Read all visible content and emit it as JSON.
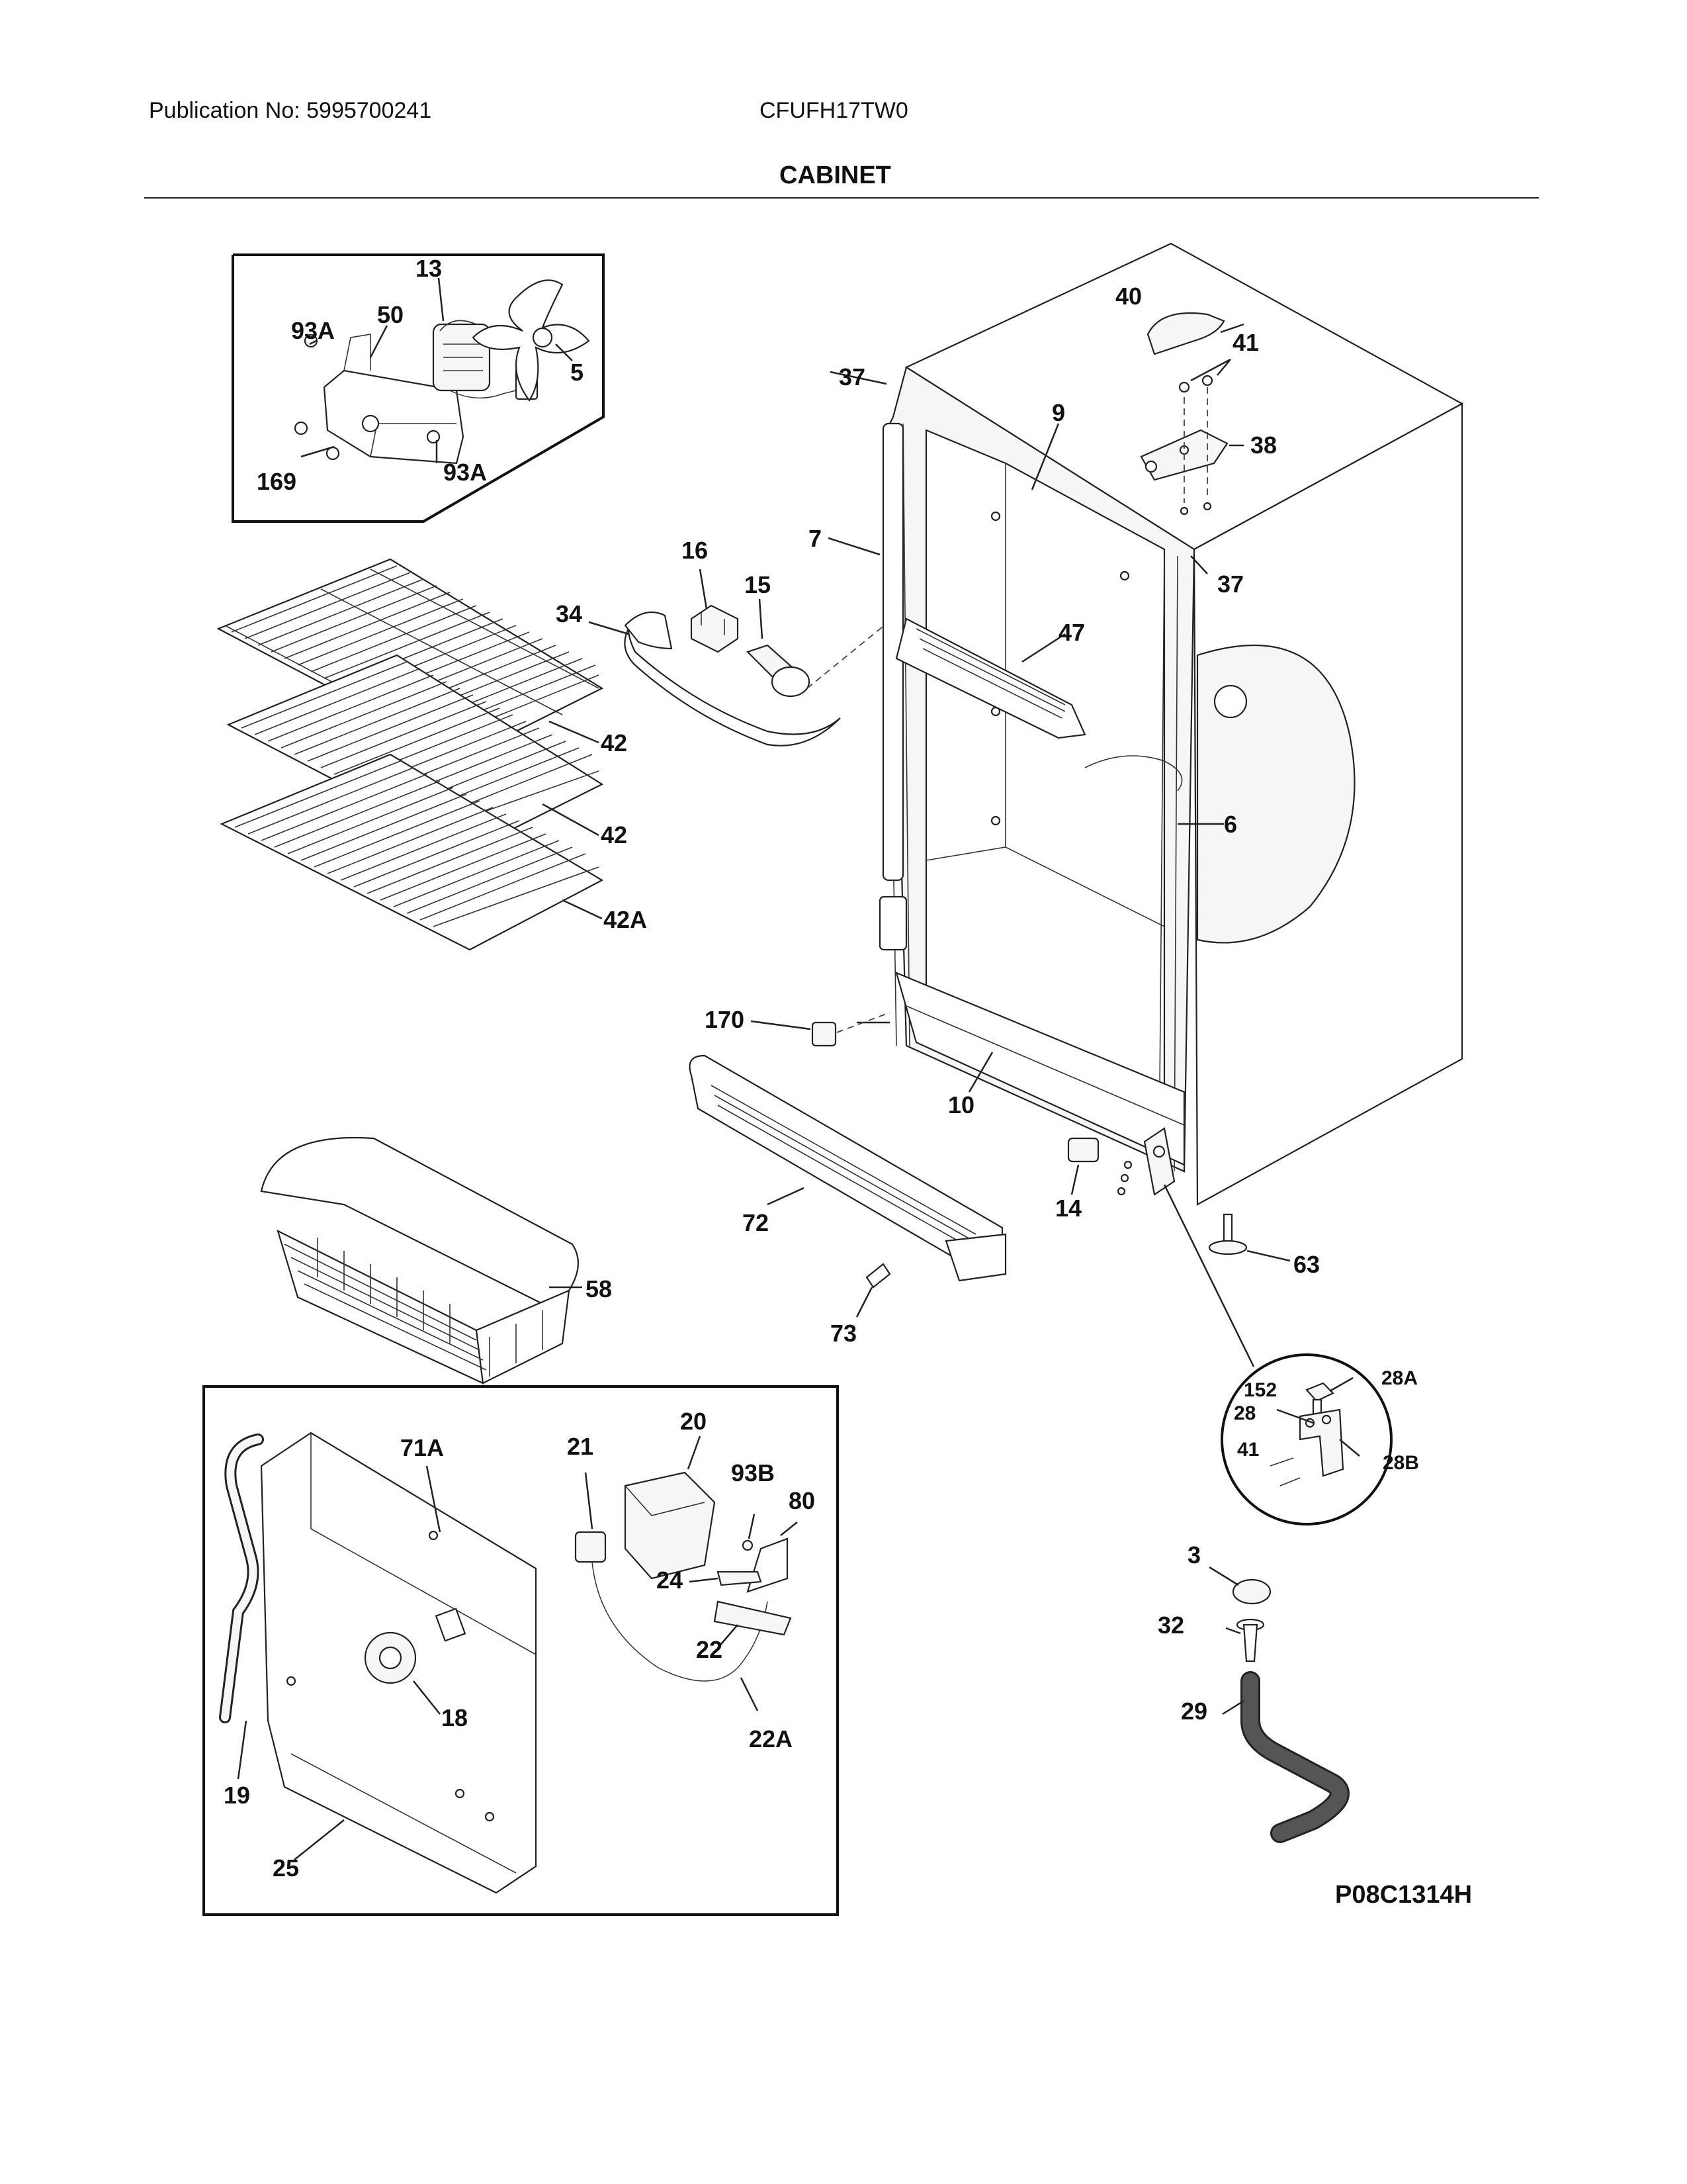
{
  "header": {
    "publication": "Publication No: 5995700241",
    "model": "CFUFH17TW0",
    "title": "CABINET"
  },
  "diagram_code": "P08C1314H",
  "callouts": {
    "c13": "13",
    "c50": "50",
    "c93a_1": "93A",
    "c5": "5",
    "c169": "169",
    "c93a_2": "93A",
    "c37_top": "37",
    "c9": "9",
    "c40": "40",
    "c41_top": "41",
    "c38": "38",
    "c37_right": "37",
    "c7": "7",
    "c16": "16",
    "c15": "15",
    "c34": "34",
    "c47": "47",
    "c42_1": "42",
    "c42_2": "42",
    "c42a": "42A",
    "c6": "6",
    "c170": "170",
    "c10": "10",
    "c72": "72",
    "c14": "14",
    "c63": "63",
    "c58": "58",
    "c73": "73",
    "c152": "152",
    "c28a": "28A",
    "c28": "28",
    "c41_hinge": "41",
    "c28b": "28B",
    "c20": "20",
    "c71a": "71A",
    "c21": "21",
    "c93b": "93B",
    "c80": "80",
    "c24": "24",
    "c22": "22",
    "c18": "18",
    "c22a": "22A",
    "c19": "19",
    "c25": "25",
    "c3": "3",
    "c32": "32",
    "c29": "29"
  }
}
